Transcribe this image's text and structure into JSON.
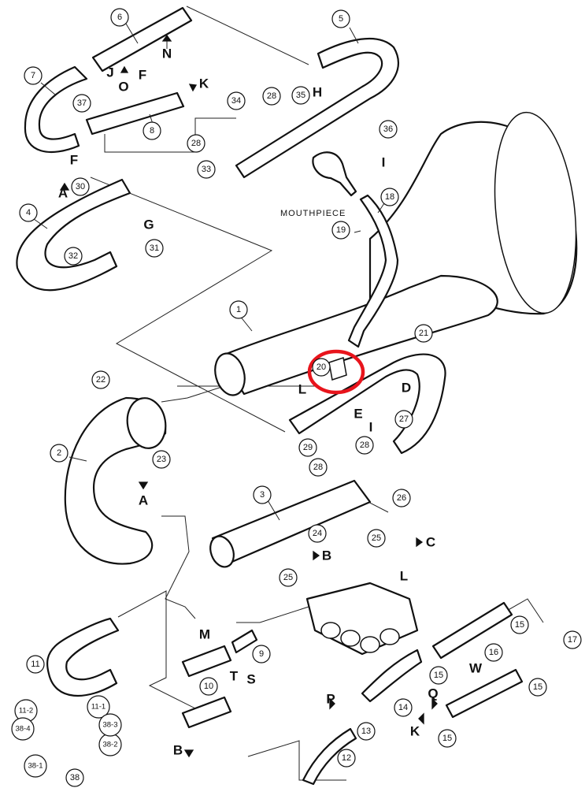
{
  "mouthpiece_label": "MOUTHPIECE",
  "callouts": [
    {
      "id": "c1",
      "text": "1"
    },
    {
      "id": "c2",
      "text": "2"
    },
    {
      "id": "c3",
      "text": "3"
    },
    {
      "id": "c4",
      "text": "4"
    },
    {
      "id": "c5",
      "text": "5"
    },
    {
      "id": "c6",
      "text": "6"
    },
    {
      "id": "c7",
      "text": "7"
    },
    {
      "id": "c8",
      "text": "8"
    },
    {
      "id": "c9",
      "text": "9"
    },
    {
      "id": "c10",
      "text": "10"
    },
    {
      "id": "c11",
      "text": "11"
    },
    {
      "id": "c11_1",
      "text": "11-1"
    },
    {
      "id": "c11_2",
      "text": "11-2"
    },
    {
      "id": "c12",
      "text": "12"
    },
    {
      "id": "c13",
      "text": "13"
    },
    {
      "id": "c14",
      "text": "14"
    },
    {
      "id": "c15a",
      "text": "15"
    },
    {
      "id": "c15b",
      "text": "15"
    },
    {
      "id": "c15c",
      "text": "15"
    },
    {
      "id": "c15d",
      "text": "15"
    },
    {
      "id": "c16",
      "text": "16"
    },
    {
      "id": "c17",
      "text": "17"
    },
    {
      "id": "c18",
      "text": "18"
    },
    {
      "id": "c19",
      "text": "19"
    },
    {
      "id": "c20",
      "text": "20"
    },
    {
      "id": "c21",
      "text": "21"
    },
    {
      "id": "c22",
      "text": "22"
    },
    {
      "id": "c23",
      "text": "23"
    },
    {
      "id": "c24",
      "text": "24"
    },
    {
      "id": "c25a",
      "text": "25"
    },
    {
      "id": "c25b",
      "text": "25"
    },
    {
      "id": "c26",
      "text": "26"
    },
    {
      "id": "c27",
      "text": "27"
    },
    {
      "id": "c28a",
      "text": "28"
    },
    {
      "id": "c28b",
      "text": "28"
    },
    {
      "id": "c28c",
      "text": "28"
    },
    {
      "id": "c28d",
      "text": "28"
    },
    {
      "id": "c29",
      "text": "29"
    },
    {
      "id": "c30",
      "text": "30"
    },
    {
      "id": "c31",
      "text": "31"
    },
    {
      "id": "c32",
      "text": "32"
    },
    {
      "id": "c33",
      "text": "33"
    },
    {
      "id": "c34",
      "text": "34"
    },
    {
      "id": "c35",
      "text": "35"
    },
    {
      "id": "c36",
      "text": "36"
    },
    {
      "id": "c37",
      "text": "37"
    },
    {
      "id": "c38",
      "text": "38"
    },
    {
      "id": "c38_1",
      "text": "38-1"
    },
    {
      "id": "c38_2",
      "text": "38-2"
    },
    {
      "id": "c38_3",
      "text": "38-3"
    },
    {
      "id": "c38_4",
      "text": "38-4"
    }
  ],
  "letters": [
    {
      "id": "lN",
      "text": "N"
    },
    {
      "id": "lF1",
      "text": "F"
    },
    {
      "id": "lO",
      "text": "O"
    },
    {
      "id": "lJ",
      "text": "J"
    },
    {
      "id": "lK",
      "text": "K"
    },
    {
      "id": "lH",
      "text": "H"
    },
    {
      "id": "lI1",
      "text": "I"
    },
    {
      "id": "lF2",
      "text": "F"
    },
    {
      "id": "lA1",
      "text": "A"
    },
    {
      "id": "lG",
      "text": "G"
    },
    {
      "id": "lL1",
      "text": "L"
    },
    {
      "id": "lD",
      "text": "D"
    },
    {
      "id": "lE",
      "text": "E"
    },
    {
      "id": "lI2",
      "text": "I"
    },
    {
      "id": "lA2",
      "text": "A"
    },
    {
      "id": "lB1",
      "text": "B"
    },
    {
      "id": "lC",
      "text": "C"
    },
    {
      "id": "lL2",
      "text": "L"
    },
    {
      "id": "lM",
      "text": "M"
    },
    {
      "id": "lT",
      "text": "T"
    },
    {
      "id": "lS",
      "text": "S"
    },
    {
      "id": "lB2",
      "text": "B"
    },
    {
      "id": "lP",
      "text": "P"
    },
    {
      "id": "lW",
      "text": "W"
    },
    {
      "id": "lQ",
      "text": "Q"
    },
    {
      "id": "lK2",
      "text": "K"
    }
  ]
}
